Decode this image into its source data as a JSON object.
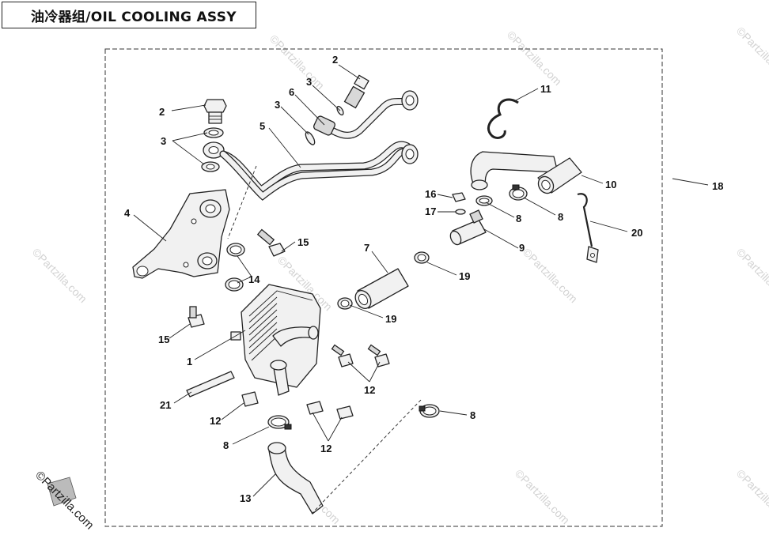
{
  "title": "油冷器组/OIL COOLING ASSY",
  "watermark": "©Partzilla.com",
  "callouts": [
    "1",
    "2",
    "3",
    "4",
    "5",
    "6",
    "7",
    "8",
    "9",
    "10",
    "11",
    "12",
    "13",
    "14",
    "15",
    "16",
    "17",
    "18",
    "19",
    "20",
    "21"
  ]
}
